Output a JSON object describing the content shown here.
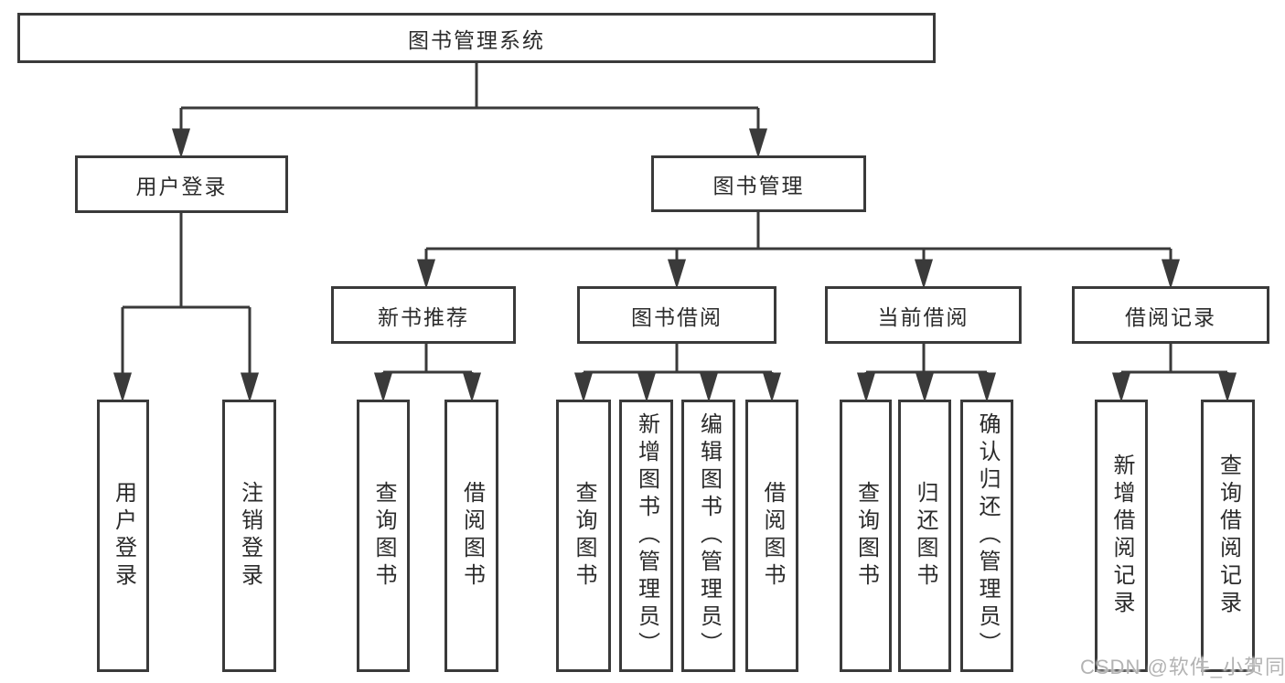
{
  "diagram": {
    "root": {
      "label": "图书管理系统"
    },
    "level2": {
      "user_login": {
        "label": "用户登录"
      },
      "book_management": {
        "label": "图书管理"
      }
    },
    "level3": {
      "new_book_recommend": {
        "label": "新书推荐"
      },
      "book_borrow": {
        "label": "图书借阅"
      },
      "current_borrow": {
        "label": "当前借阅"
      },
      "borrow_records": {
        "label": "借阅记录"
      }
    },
    "level4": {
      "user_login": {
        "label": "用户登录"
      },
      "logout": {
        "label": "注销登录"
      },
      "recommend_query_books": {
        "label": "查询图书"
      },
      "recommend_borrow_books": {
        "label": "借阅图书"
      },
      "borrow_query_books": {
        "label": "查询图书"
      },
      "borrow_add_books": {
        "label": "新增图书（管理员）"
      },
      "borrow_edit_books": {
        "label": "编辑图书（管理员）"
      },
      "borrow_borrow_books": {
        "label": "借阅图书"
      },
      "current_query_books": {
        "label": "查询图书"
      },
      "current_return_books": {
        "label": "归还图书"
      },
      "current_confirm_return": {
        "label": "确认归还（管理员）"
      },
      "records_add_record": {
        "label": "新增借阅记录"
      },
      "records_query_record": {
        "label": "查询借阅记录"
      }
    }
  },
  "watermark": {
    "text": "CSDN @软件_小贺同学"
  },
  "colors": {
    "line": "#3a3a3a",
    "text": "#2b2b2b",
    "box_background": "#ffffff",
    "watermark": "#b3b3b3"
  }
}
